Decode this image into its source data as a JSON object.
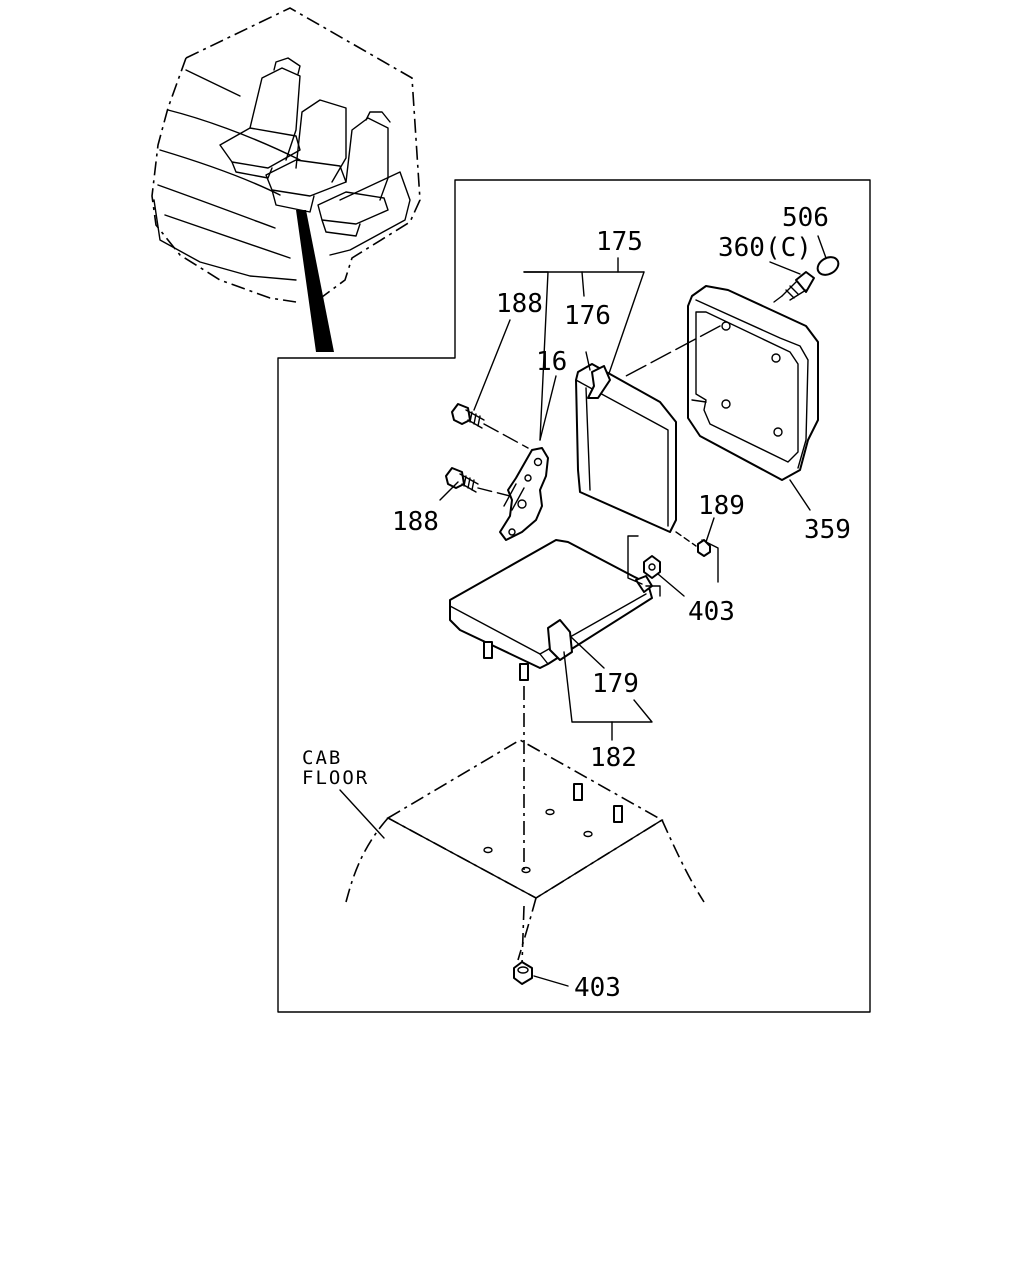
{
  "labels": {
    "p175": "175",
    "p176": "176",
    "p16": "16",
    "p188_top": "188",
    "p188_bottom": "188",
    "p506": "506",
    "p360c": "360(C)",
    "p359": "359",
    "p189": "189",
    "p403_upper": "403",
    "p403_lower": "403",
    "p179": "179",
    "p182": "182",
    "cab_floor_line1": "CAB",
    "cab_floor_line2": "FLOOR"
  }
}
